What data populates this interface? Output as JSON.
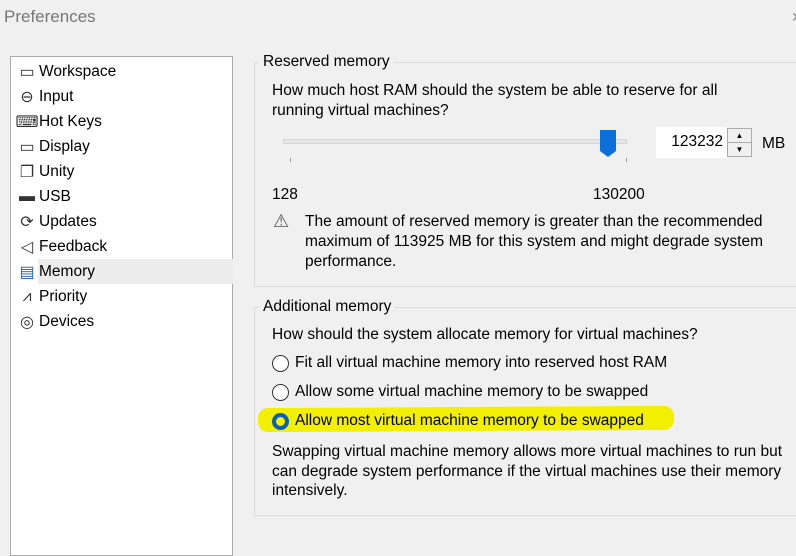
{
  "window": {
    "title": "Preferences",
    "close": "›"
  },
  "sidebar": {
    "items": [
      {
        "label": "Workspace",
        "icon": "workspace-icon"
      },
      {
        "label": "Input",
        "icon": "mouse-icon"
      },
      {
        "label": "Hot Keys",
        "icon": "keyboard-icon"
      },
      {
        "label": "Display",
        "icon": "monitor-icon"
      },
      {
        "label": "Unity",
        "icon": "unity-icon"
      },
      {
        "label": "USB",
        "icon": "usb-icon"
      },
      {
        "label": "Updates",
        "icon": "refresh-icon"
      },
      {
        "label": "Feedback",
        "icon": "megaphone-icon"
      },
      {
        "label": "Memory",
        "icon": "memory-icon",
        "selected": true
      },
      {
        "label": "Priority",
        "icon": "pulse-icon"
      },
      {
        "label": "Devices",
        "icon": "disc-icon"
      }
    ]
  },
  "reserved": {
    "title": "Reserved memory",
    "question": "How much host RAM should the system be able to reserve for all running virtual machines?",
    "min_label": "128",
    "max_label": "130200",
    "slider_min": 128,
    "slider_max": 130200,
    "value": 123232,
    "value_text": "123232",
    "unit": "MB",
    "warning": "The amount of reserved memory is greater than the recommended maximum of 113925 MB for this system and might degrade system performance."
  },
  "additional": {
    "title": "Additional memory",
    "question": "How should the system allocate memory for virtual machines?",
    "options": [
      {
        "label": "Fit all virtual machine memory into reserved host RAM",
        "checked": false
      },
      {
        "label": "Allow some virtual machine memory to be swapped",
        "checked": false
      },
      {
        "label": "Allow most virtual machine memory to be swapped",
        "checked": true
      }
    ],
    "note": "Swapping virtual machine memory allows more virtual machines to run but can degrade system performance if the virtual machines use their memory intensively."
  },
  "colors": {
    "accent": "#0a6fd8",
    "highlight": "#f2ef00"
  }
}
